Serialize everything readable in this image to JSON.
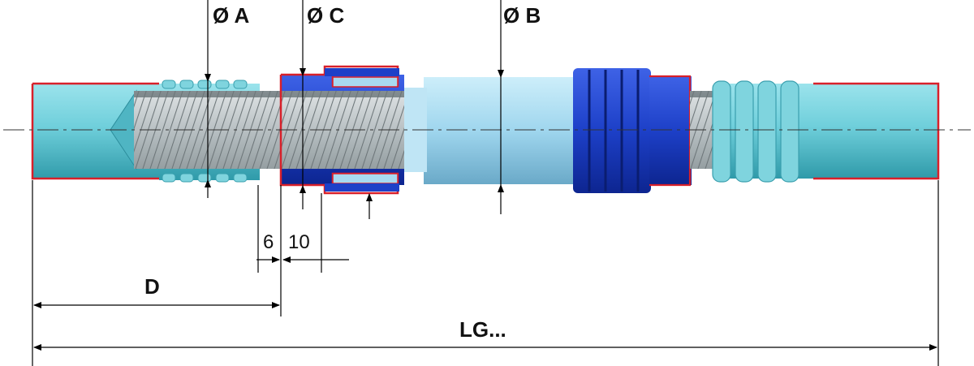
{
  "labels": {
    "dia_a": "Ø A",
    "dia_c": "Ø C",
    "dia_b": "Ø B",
    "dim_6": "6",
    "dim_10": "10",
    "dim_d": "D",
    "dim_lg": "LG..."
  },
  "colors": {
    "body_cyan": "#5cc6d3",
    "sleeve_light": "#a8daf0",
    "coupler_blue": "#1d40c8",
    "cut_red": "#d8202a",
    "thread_grey": "#9aa4a7",
    "centerline": "#333333"
  }
}
